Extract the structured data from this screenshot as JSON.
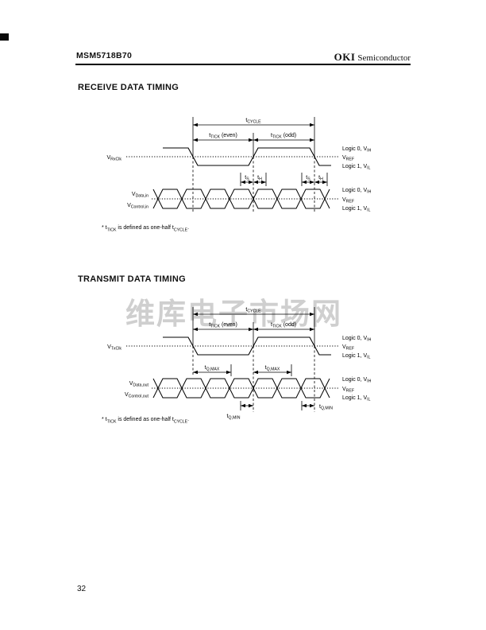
{
  "page": {
    "part_number": "MSM5718B70",
    "brand": "OKI",
    "brand_suffix": "Semiconductor",
    "page_number": "32",
    "watermark": "维库电子市场网"
  },
  "receive": {
    "title": "RECEIVE DATA TIMING",
    "clock_sub": "RxClk",
    "data_sub": "Data,in",
    "control_sub": "Control,in"
  },
  "transmit": {
    "title": "TRANSMIT DATA TIMING",
    "clock_sub": "TxClk",
    "data_sub": "Data,out",
    "control_sub": "Control,out"
  },
  "labels": {
    "t": "t",
    "v": "V",
    "cycle": "CYCLE",
    "tick": "TICK",
    "even": "(even)",
    "odd": "(odd)",
    "logic0": "Logic 0, V",
    "ih": "IH",
    "ref": "REF",
    "logic1": "Logic 1, V",
    "il": "IL",
    "s": "S",
    "h": "H",
    "qmax": "Q,MAX",
    "qmin": "Q,MIN",
    "fn1": "* t",
    "fn2": "TICK",
    "fn3": " is defined as one-half t",
    "fn4": "CYCLE",
    "fn5": "."
  }
}
